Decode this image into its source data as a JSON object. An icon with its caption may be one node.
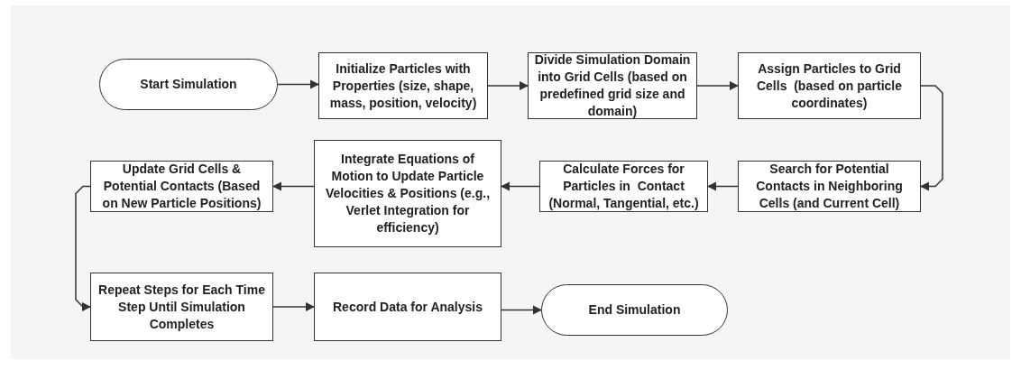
{
  "diagram": {
    "nodes": [
      {
        "text": [
          "Start Simulation"
        ]
      },
      {
        "text": [
          "Initialize Particles with Properties (size, shape, mass, position, velocity)"
        ]
      },
      {
        "text": [
          "Divide Simulation Domain into Grid Cells (based on predefined grid size and domain)"
        ]
      },
      {
        "text": [
          "Assign Particles to Grid Cells  (based on particle coordinates)"
        ]
      },
      {
        "text": [
          "Search for Potential Contacts in Neighboring Cells (and Current Cell)"
        ]
      },
      {
        "text": [
          "Calculate Forces for Particles in  Contact (Normal, Tangential, etc.)"
        ]
      },
      {
        "text": [
          "Integrate Equations of Motion to Update Particle Velocities & Positions (e.g., Verlet Integration for efficiency)"
        ]
      },
      {
        "text": [
          "Update Grid Cells & Potential Contacts (Based on New Particle Positions)"
        ]
      },
      {
        "text": [
          "Repeat Steps for Each Time Step Until Simulation Completes"
        ]
      },
      {
        "text": [
          "Record Data for Analysis"
        ]
      },
      {
        "text": [
          "End Simulation"
        ]
      }
    ],
    "edges": [
      {
        "from": 0,
        "to": 1,
        "arrow": "to"
      },
      {
        "from": 1,
        "to": 2,
        "arrow": "to"
      },
      {
        "from": 2,
        "to": 3,
        "arrow": "to"
      },
      {
        "from": 3,
        "to": 4,
        "arrow": "to"
      },
      {
        "from": 4,
        "to": 5,
        "arrow": "to"
      },
      {
        "from": 5,
        "to": 6,
        "arrow": "to"
      },
      {
        "from": 6,
        "to": 7,
        "arrow": "to"
      },
      {
        "from": 7,
        "to": 8,
        "arrow": "to"
      },
      {
        "from": 8,
        "to": 9,
        "arrow": "to"
      },
      {
        "from": 9,
        "to": 10,
        "arrow": "to"
      }
    ]
  }
}
